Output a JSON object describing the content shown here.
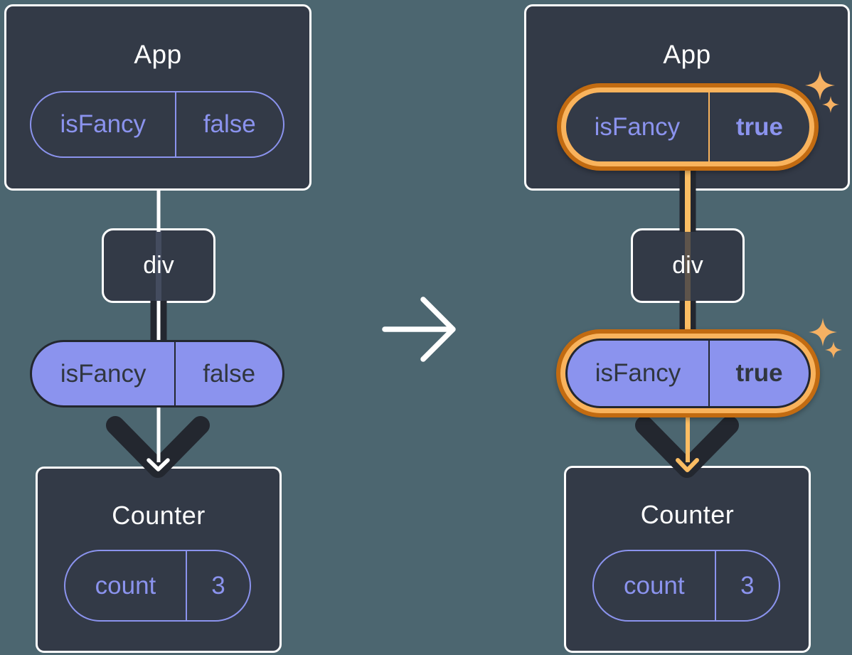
{
  "colors": {
    "background": "#4C6670",
    "card": "#333A47",
    "card_border": "#FFFFFF",
    "purple": "#8B93EE",
    "text_on_purple": "#30363F",
    "dark_arrow": "#23272F",
    "orange_dark": "#C26B11",
    "orange_light": "#F9B35C",
    "orange_line": "#FBBD63",
    "sparkle": "#F6B163",
    "white": "#FFFFFF"
  },
  "left_tree": {
    "app": {
      "title": "App",
      "state_name": "isFancy",
      "state_value": "false"
    },
    "div_node": {
      "label": "div"
    },
    "prop_pill": {
      "name": "isFancy",
      "value": "false"
    },
    "counter": {
      "title": "Counter",
      "state_name": "count",
      "state_value": "3"
    }
  },
  "right_tree": {
    "app": {
      "title": "App",
      "state_name": "isFancy",
      "state_value": "true"
    },
    "div_node": {
      "label": "div"
    },
    "prop_pill": {
      "name": "isFancy",
      "value": "true"
    },
    "counter": {
      "title": "Counter",
      "state_name": "count",
      "state_value": "3"
    }
  }
}
